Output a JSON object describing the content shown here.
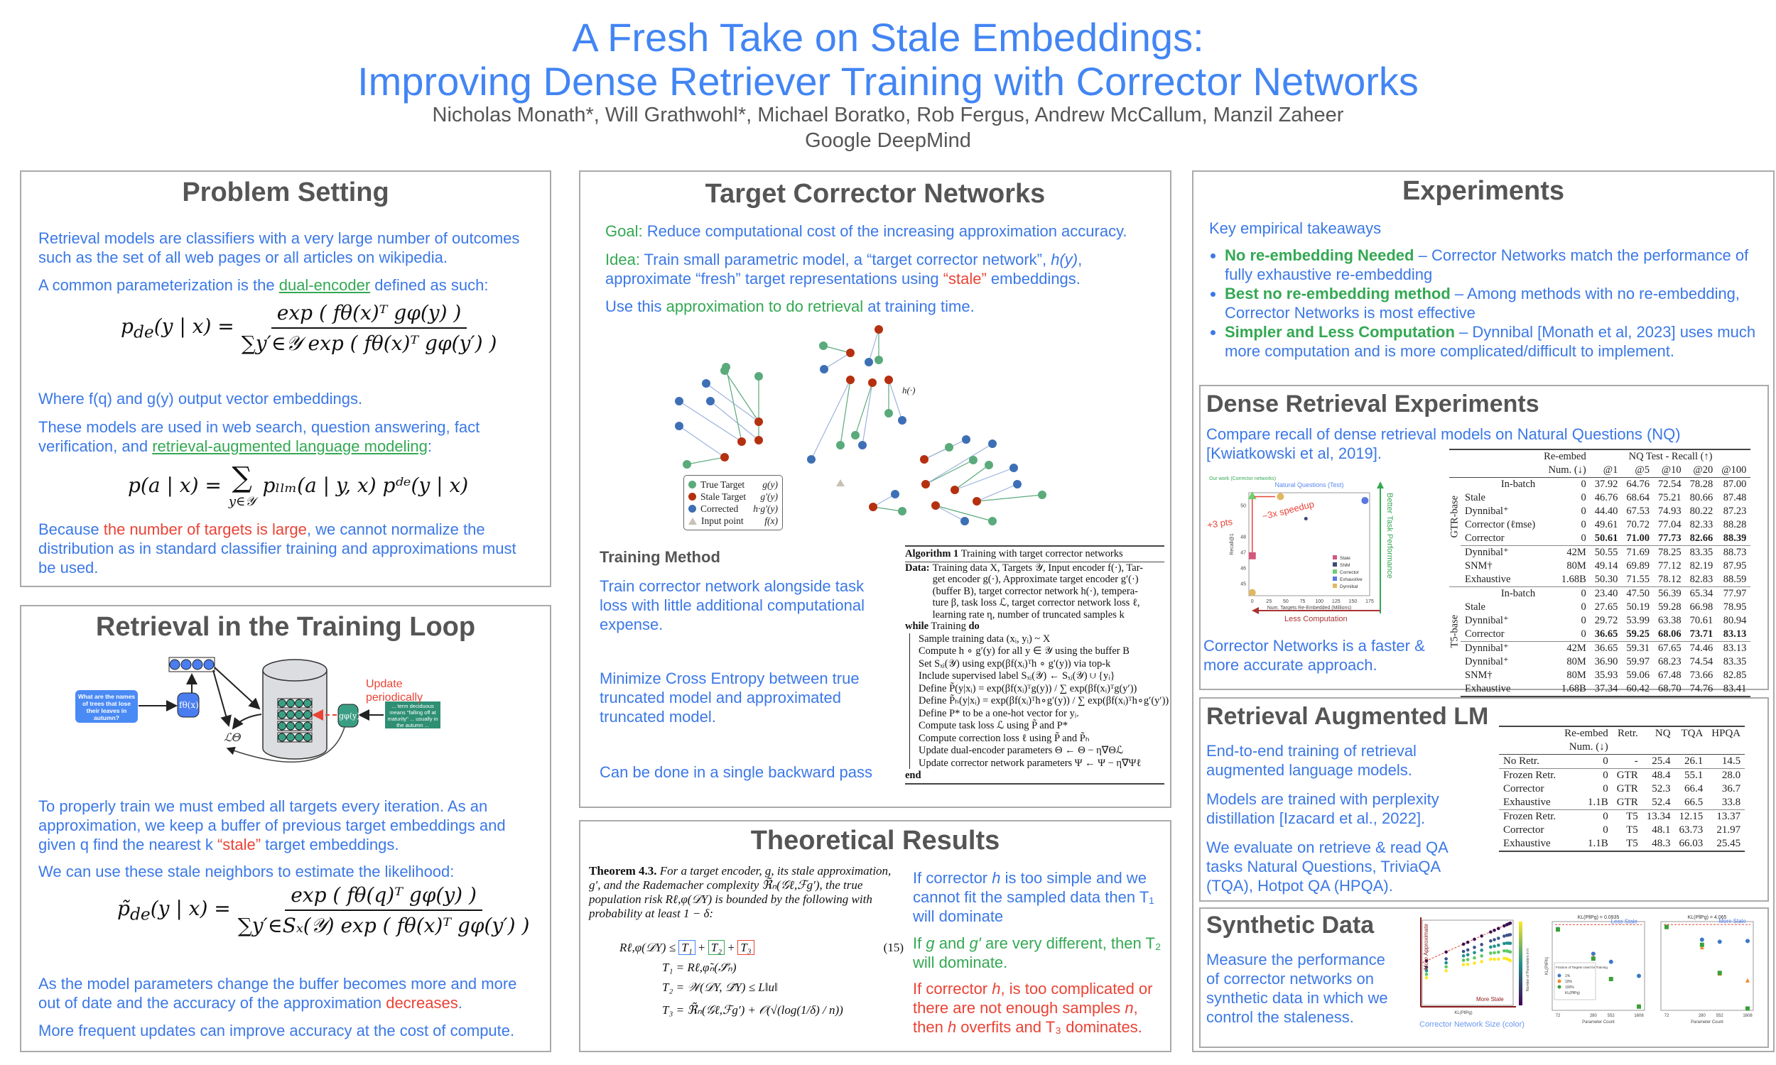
{
  "header": {
    "title_line1": "A Fresh Take on Stale Embeddings:",
    "title_line2": "Improving Dense Retriever Training with Corrector Networks",
    "authors": "Nicholas Monath*, Will Grathwohl*, Michael Boratko, Rob Fergus, Andrew McCallum, Manzil Zaheer",
    "affiliation": "Google DeepMind"
  },
  "colors": {
    "blue": "#3b78e7",
    "green": "#34a853",
    "red": "#ea4335",
    "heading": "#555555",
    "title": "#4285f4"
  },
  "problem": {
    "heading": "Problem Setting",
    "p1": [
      {
        "t": "Retrieval models are classifiers with a very large number of outcomes such as the set of all web pages or all articles on wikipedia."
      }
    ],
    "p2": [
      {
        "t": "A common parameterization is the "
      },
      {
        "t": "dual-encoder",
        "c": "g u"
      },
      {
        "t": " defined as such:"
      }
    ],
    "f1": {
      "lhs": "p",
      "lhs_sub": "de",
      "lhs_rest": "(y | x) =",
      "num": "exp ( fθ(x)ᵀ gφ(y) )",
      "den": "∑y′∈𝒴 exp ( fθ(x)ᵀ gφ(y′) )"
    },
    "p3": [
      {
        "t": "Where f(q) and g(y) output vector embeddings."
      }
    ],
    "p4": [
      {
        "t": "These models are used in web search, question answering, fact verification, and "
      },
      {
        "t": "retrieval-augmented language modeling",
        "c": "g u"
      },
      {
        "t": ":"
      }
    ],
    "f2": {
      "lhs": "p(a | x) =",
      "sum": "∑",
      "sum_sub": "y∈𝒴",
      "rhs": "pₗₗₘ(a | y, x) pᵈᵉ(y | x)"
    },
    "p5": [
      {
        "t": "Because "
      },
      {
        "t": "the number of targets is large",
        "c": "r"
      },
      {
        "t": ", we cannot normalize the distribution as in standard classifier training and approximations must be used."
      }
    ]
  },
  "loop": {
    "heading": "Retrieval in the Training Loop",
    "diagram": {
      "query": "What are the names of trees that lose their leaves in autumn?",
      "f_label": "fθ(x)",
      "g_label": "gφ(y)",
      "loss_label": "ℒΘ",
      "update_label": "Update periodically",
      "doc": "... term deciduous means \"falling off at maturity\" ... usually in the autumn ..."
    },
    "p1": [
      {
        "t": "To properly train we must embed all targets every iteration. As an approximation, we keep a buffer of previous target embeddings and given q find the nearest k "
      },
      {
        "t": "“stale”",
        "c": "r"
      },
      {
        "t": " target embeddings."
      }
    ],
    "p2": [
      {
        "t": "We can use these stale neighbors to estimate the likelihood:"
      }
    ],
    "f3": {
      "lhs": "p̃",
      "lhs_sub": "de",
      "lhs_rest": "(y | x) =",
      "num": "exp ( fθ(q)ᵀ gφ(y) )",
      "den": "∑y′∈Sₓ(𝒴) exp ( fθ(x)ᵀ gφ(y′) )"
    },
    "p3": [
      {
        "t": "As the model parameters change the buffer becomes more and more out of date and the accuracy of the approximation "
      },
      {
        "t": "decreases",
        "c": "r"
      },
      {
        "t": "."
      }
    ],
    "p4": [
      {
        "t": "More frequent updates can improve accuracy at the cost of compute."
      }
    ]
  },
  "corrector": {
    "heading": "Target Corrector Networks",
    "goal": [
      {
        "t": "Goal: ",
        "c": "g"
      },
      {
        "t": "Reduce computational cost of the increasing approximation accuracy."
      }
    ],
    "idea": [
      {
        "t": "Idea: ",
        "c": "g"
      },
      {
        "t": "Train small parametric model, a “target corrector network”, "
      },
      {
        "t": "h(y)",
        "c": "i"
      },
      {
        "t": ", approximate “fresh” target representations using "
      },
      {
        "t": "“stale”",
        "c": "r"
      },
      {
        "t": " embeddings."
      }
    ],
    "use": [
      {
        "t": "Use this "
      },
      {
        "t": "approximation to do retrieval",
        "c": "g"
      },
      {
        "t": " at training time."
      }
    ],
    "legend": [
      {
        "label": "True Target",
        "math": "g(y)",
        "color": "#5aaa7c"
      },
      {
        "label": "Stale Target",
        "math": "g′(y)",
        "color": "#b5300f"
      },
      {
        "label": "Corrected",
        "math": "h·g′(y)",
        "color": "#3d6fb5"
      },
      {
        "label": "Input point",
        "math": "f(x)",
        "color": "#c8c0b4"
      }
    ],
    "h_label": "h(·)",
    "training_heading": "Training Method",
    "t1": "Train corrector network alongside task loss with little additional computational expense.",
    "t2": "Minimize Cross Entropy between true truncated model and approximated truncated model.",
    "t3": "Can be done in a single backward pass",
    "algorithm": {
      "title_bold": "Algorithm 1",
      "title": "Training with target corrector networks",
      "data_label": "Data:",
      "data_lines": [
        "Training data X, Targets 𝒴, Input encoder f(·), Tar-",
        "get encoder g(·), Approximate target encoder g′(·)",
        "(buffer B), target corrector network h(·), tempera-",
        "ture β, task loss ℒ, target corrector network loss ℓ,",
        "learning rate η, number of truncated samples k"
      ],
      "while": "while",
      "while_cond": "Training",
      "do": "do",
      "steps": [
        "Sample training data (xᵢ, yᵢ) ~ X",
        "Compute h ∘ g′(y) for all y ∈ 𝒴 using the buffer B",
        "Set Sₓᵢ(𝒴) using exp(βf(xᵢ)ᵀh ∘ g′(y)) via top-k",
        "Include supervised label Sₓᵢ(𝒴) ← Sₓᵢ(𝒴) ∪ {yᵢ}",
        "Define P̃(y|xᵢ) = exp(βf(xᵢ)ᵀg(y)) / ∑ exp(βf(xᵢ)ᵀg(y′))",
        "Define P̃ₕ(y|xᵢ) = exp(βf(xᵢ)ᵀh∘g′(y)) / ∑ exp(βf(xᵢ)ᵀh∘g′(y′))",
        "Define P* to be a one-hot vector for yᵢ.",
        "Compute task loss ℒ using P̃ and P*",
        "Compute correction loss ℓ using P̃ and P̃ₕ",
        "Update dual-encoder parameters Θ ← Θ − η∇Θℒ",
        "Update corrector network parameters Ψ ← Ψ − η∇Ψℓ"
      ],
      "end": "end"
    }
  },
  "theory": {
    "heading": "Theoretical Results",
    "theorem_label": "Theorem 4.3.",
    "theorem_text": "For a target encoder, g, its stale approximation, g′, and the Rademacher complexity ℜ̃ₙ(𝒢ℓ,ℱg′), the true population risk Rℓ,φ(𝒟Y) is bounded by the following with probability at least 1 − δ:",
    "eq_lhs": "Rℓ,φ(𝒟Y) ≤",
    "t1": "T₁",
    "t2": "T₂",
    "t3": "T₃",
    "eq_num": "(15)",
    "eq1": "T₁ = Rℓ,φ̃ₙ(𝒮̃ₙ)",
    "eq2": "T₂ = 𝒲(𝒟Y, 𝒟̃Y) ≤ L‖u‖",
    "eq3": "T₃ = ℜ̃ₙ(𝒢ℓ,ℱg′) + 𝒪(√(log(1/δ) / n))",
    "r1": [
      {
        "t": "If corrector "
      },
      {
        "t": "h",
        "c": "i"
      },
      {
        "t": " is too simple and we cannot fit the sampled data then T₁ will dominate"
      }
    ],
    "r2": [
      {
        "t": "If "
      },
      {
        "t": "g",
        "c": "i"
      },
      {
        "t": " and "
      },
      {
        "t": "g′",
        "c": "i"
      },
      {
        "t": " are very different, then T₂ will dominate."
      }
    ],
    "r3": [
      {
        "t": "If corrector "
      },
      {
        "t": "h",
        "c": "i"
      },
      {
        "t": ", is too complicated or there are not enough samples "
      },
      {
        "t": "n",
        "c": "i"
      },
      {
        "t": ", then "
      },
      {
        "t": "h",
        "c": "i"
      },
      {
        "t": " overfits and T₃ dominates."
      }
    ]
  },
  "experiments": {
    "heading": "Experiments",
    "intro": "Key empirical takeaways",
    "bullets": [
      [
        {
          "t": "No re-embedding Needed",
          "c": "gb"
        },
        {
          "t": " – Corrector Networks match the performance of fully exhaustive re-embedding"
        }
      ],
      [
        {
          "t": "Best no re-embedding method",
          "c": "gb"
        },
        {
          "t": " – Among methods with no re-embedding, Corrector Networks is most effective"
        }
      ],
      [
        {
          "t": "Simpler and Less Computation",
          "c": "gb"
        },
        {
          "t": " – Dynnibal [Monath et al, 2023] uses much more computation and is more complicated/difficult to implement."
        }
      ]
    ],
    "dense": {
      "heading": "Dense Retrieval Experiments",
      "desc": "Compare recall of dense retrieval models on Natural Questions (NQ) [Kwiatkowski et al, 2019].",
      "caption": "Corrector Networks is a faster & more accurate approach.",
      "table": {
        "head1": [
          "",
          "Re-embed",
          "NQ Test - Recall (↑)"
        ],
        "head2": [
          "",
          "Num. (↓)",
          "@1",
          "@5",
          "@10",
          "@20",
          "@100"
        ],
        "groups": [
          {
            "name": "GTR-base",
            "blocks": [
              [
                [
                  "In-batch",
                  "0",
                  "37.92",
                  "64.76",
                  "72.54",
                  "78.28",
                  "87.00"
                ],
                [
                  "Stale",
                  "0",
                  "46.76",
                  "68.64",
                  "75.21",
                  "80.66",
                  "87.48"
                ],
                [
                  "Dynnibal⁺",
                  "0",
                  "44.40",
                  "67.53",
                  "74.93",
                  "80.22",
                  "87.23"
                ],
                [
                  "Corrector (ℓmse)",
                  "0",
                  "49.61",
                  "70.72",
                  "77.04",
                  "82.33",
                  "88.28"
                ],
                [
                  "Corrector",
                  "0",
                  "50.61",
                  "71.00",
                  "77.73",
                  "82.66",
                  "88.39"
                ]
              ],
              [
                [
                  "Dynnibal⁺",
                  "42M",
                  "50.55",
                  "71.69",
                  "78.25",
                  "83.35",
                  "88.73"
                ],
                [
                  "SNM†",
                  "80M",
                  "49.14",
                  "69.89",
                  "77.12",
                  "82.19",
                  "87.95"
                ],
                [
                  "Exhaustive",
                  "1.68B",
                  "50.30",
                  "71.55",
                  "78.12",
                  "82.83",
                  "88.59"
                ]
              ]
            ]
          },
          {
            "name": "T5-base",
            "blocks": [
              [
                [
                  "In-batch",
                  "0",
                  "23.40",
                  "47.50",
                  "56.39",
                  "65.34",
                  "77.97"
                ],
                [
                  "Stale",
                  "0",
                  "27.65",
                  "50.19",
                  "59.28",
                  "66.98",
                  "78.95"
                ],
                [
                  "Dynnibal⁺",
                  "0",
                  "29.72",
                  "53.99",
                  "63.38",
                  "70.61",
                  "80.94"
                ],
                [
                  "Corrector",
                  "0",
                  "36.65",
                  "59.25",
                  "68.06",
                  "73.71",
                  "83.13"
                ]
              ],
              [
                [
                  "Dynnibal⁺",
                  "42M",
                  "36.65",
                  "59.31",
                  "67.65",
                  "74.46",
                  "83.13"
                ],
                [
                  "Dynnibal⁺",
                  "80M",
                  "36.90",
                  "59.97",
                  "68.23",
                  "74.54",
                  "83.35"
                ],
                [
                  "SNM†",
                  "80M",
                  "35.93",
                  "59.06",
                  "67.48",
                  "73.66",
                  "82.85"
                ],
                [
                  "Exhaustive",
                  "1.68B",
                  "37.34",
                  "60.42",
                  "68.70",
                  "74.76",
                  "83.41"
                ]
              ]
            ]
          }
        ]
      }
    },
    "ralm": {
      "heading": "Retrieval Augmented LM",
      "p1": "End-to-end training of retrieval augmented language models.",
      "p2": "Models are trained with perplexity distillation [Izacard et al., 2022].",
      "p3": "We evaluate on retrieve & read QA tasks Natural Questions, TriviaQA (TQA), Hotpot QA (HPQA).",
      "table": {
        "head1": [
          "",
          "Re-embed",
          "Retr.",
          "NQ",
          "TQA",
          "HPQA"
        ],
        "head2": [
          "",
          "Num. (↓)",
          "",
          "",
          "",
          ""
        ],
        "blocks": [
          [
            [
              "No Retr.",
              "0",
              "-",
              "25.4",
              "26.1",
              "14.5"
            ]
          ],
          [
            [
              "Frozen Retr.",
              "0",
              "GTR",
              "48.4",
              "55.1",
              "28.0"
            ],
            [
              "Corrector",
              "0",
              "GTR",
              "52.3",
              "66.4",
              "36.7"
            ],
            [
              "Exhaustive",
              "1.1B",
              "GTR",
              "52.4",
              "66.5",
              "33.8"
            ]
          ],
          [
            [
              "Frozen Retr.",
              "0",
              "T5",
              "13.34",
              "12.15",
              "13.37"
            ],
            [
              "Corrector",
              "0",
              "T5",
              "48.1",
              "63.73",
              "21.97"
            ],
            [
              "Exhaustive",
              "1.1B",
              "T5",
              "48.3",
              "66.03",
              "25.45"
            ]
          ]
        ]
      }
    },
    "synthetic": {
      "heading": "Synthetic Data",
      "p1": "Measure the performance of corrector networks on synthetic data in which we control the staleness.",
      "caption": "Corrector Network Size (color)"
    }
  },
  "chart_data": [
    {
      "type": "scatter",
      "title": "Natural Questions (Test)",
      "xlabel": "Num. Targets Re-Embedded (Millions)",
      "ylabel": "Recall@1",
      "xlim": [
        -5,
        175
      ],
      "ylim": [
        44.2,
        50.8
      ],
      "xticks": [
        0,
        25,
        50,
        75,
        100,
        125,
        150,
        175
      ],
      "yticks": [
        45,
        46,
        47,
        48,
        50
      ],
      "series": [
        {
          "name": "Stale",
          "x": [
            0
          ],
          "y": [
            46.76
          ],
          "color": "#d0587e",
          "marker": "square"
        },
        {
          "name": "SNM",
          "x": [
            80
          ],
          "y": [
            49.14
          ],
          "color": "#3b4a7a",
          "marker": "dot"
        },
        {
          "name": "Corrector",
          "x": [
            0
          ],
          "y": [
            50.61
          ],
          "color": "#6fd06f",
          "marker": "triangle"
        },
        {
          "name": "Exhaustive",
          "x": [
            168
          ],
          "y": [
            50.3
          ],
          "color": "#5a78e0",
          "marker": "star"
        },
        {
          "name": "Dynnibal",
          "x": [
            0,
            42
          ],
          "y": [
            44.4,
            50.55
          ],
          "color": "#e0b860",
          "marker": "circle"
        }
      ],
      "annotations": [
        "Our work (Corrector networks)",
        "+3 pts",
        "~3x speedup",
        "Better Task Performance",
        "Less Computation"
      ],
      "legend": "bottom-right"
    },
    {
      "type": "scatter",
      "title": "KL(P‖Pg) = 0.0935",
      "xlabel": "Parameter Count",
      "ylabel": "KL(P‖Ph)",
      "x": [
        72,
        280,
        552,
        1608
      ],
      "series": [
        {
          "name": "1%",
          "y": [
            0.085,
            0.049,
            0.041,
            0.03
          ],
          "color": "#3b78c8"
        },
        {
          "name": "10%",
          "y": [
            0.084,
            0.046,
            0.028,
            0.0155
          ],
          "color": "#f08a2c"
        },
        {
          "name": "100%",
          "y": [
            0.084,
            0.044,
            0.028,
            0.0152
          ],
          "color": "#3aa03a"
        }
      ],
      "reference": {
        "name": "KL(P‖Pg)",
        "y": 0.0935
      },
      "annotation": "Less Stale",
      "legend_title": "Fraction of Targets Used for Training."
    },
    {
      "type": "scatter",
      "title": "KL(P‖Pg) = 4.065",
      "xlabel": "Parameter Count",
      "x": [
        72,
        280,
        552,
        1608
      ],
      "series": [
        {
          "name": "1%",
          "y": [
            3.8,
            2.7,
            2.55,
            2.6
          ],
          "color": "#3b78c8"
        },
        {
          "name": "10%",
          "y": [
            3.8,
            2.2,
            1.08,
            0.9
          ],
          "color": "#f08a2c"
        },
        {
          "name": "100%",
          "y": [
            3.8,
            2.35,
            1.1,
            0.42
          ],
          "color": "#3aa03a"
        }
      ],
      "reference": {
        "name": "KL(P‖Pg)",
        "y": 4.065
      },
      "annotation": "More Stale"
    }
  ],
  "synthetic_plot_labels": {
    "y_arrow": "More Approximate",
    "x_arrow": "More Stale",
    "xlabel": "KL(P‖Pg)",
    "colorbar": "Number of Parameters in h"
  }
}
